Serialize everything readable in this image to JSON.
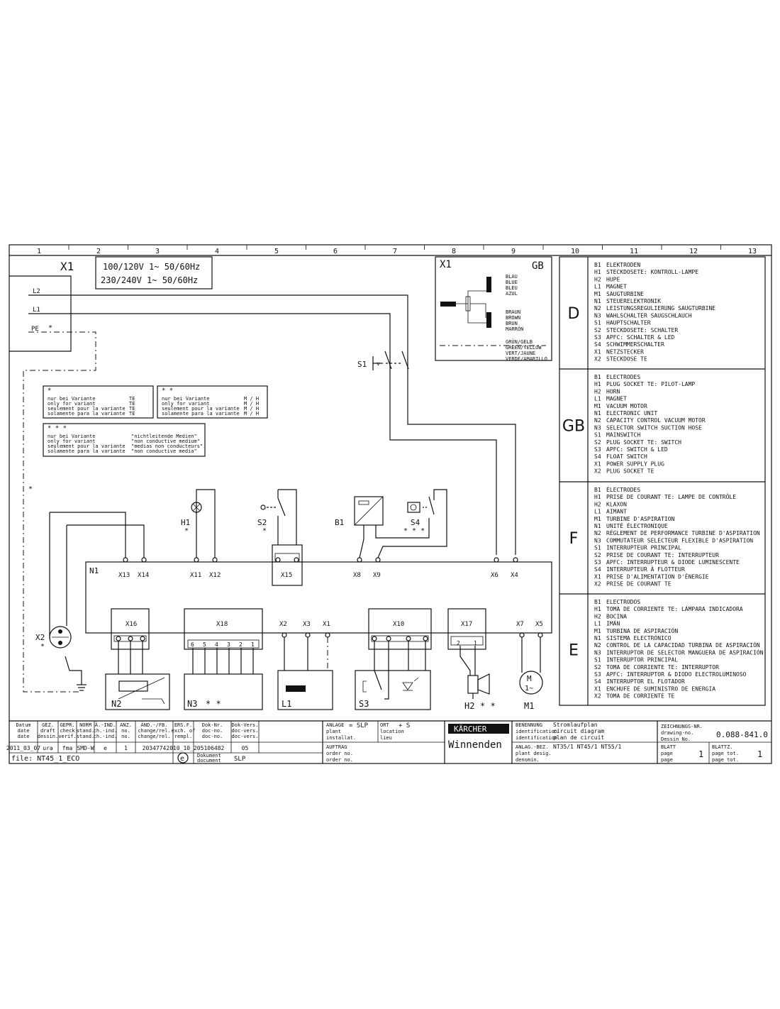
{
  "columns": [
    "1",
    "2",
    "3",
    "4",
    "5",
    "6",
    "7",
    "8",
    "9",
    "10",
    "11",
    "12",
    "13"
  ],
  "x1_label": "X1",
  "voltage": [
    "100/120V 1~ 50/60Hz",
    "230/240V 1~ 50/60Hz"
  ],
  "wires": {
    "l2": "L2",
    "l1": "L1",
    "pe": "PE",
    "star": "*"
  },
  "gb_box": {
    "x1": "X1",
    "gb": "GB",
    "blue": [
      "BLAU",
      "BLUE",
      "BLEU",
      "AZUL"
    ],
    "brown": [
      "BRAUN",
      "BROWN",
      "BRUN",
      "MARRÓN"
    ],
    "green": [
      "GRÜN/GELB",
      "GREEN/YELLOW",
      "VERT/JAUNE",
      "VERDE/AMARILLO"
    ]
  },
  "variant_notes": {
    "n1": {
      "mark": "*",
      "lines": [
        "nur bei Variante",
        "only for variant",
        "seulement pour la variante",
        "solamente para la variante"
      ],
      "codes": [
        "TE",
        "TE",
        "TE",
        "TE"
      ]
    },
    "n2": {
      "mark": "* *",
      "lines": [
        "nur bei Variante",
        "only for variant",
        "seulement pour la variante",
        "solamente para la variante"
      ],
      "codes": [
        "M / H",
        "M / H",
        "M / H",
        "M / H"
      ]
    },
    "n3": {
      "mark": "* * *",
      "lines": [
        "nur bei Variante",
        "only for variant",
        "seulement pour la variante",
        "solamente para la variante"
      ],
      "codes": [
        "\"nichtleitende Medien\"",
        "\"non conductive medium\"",
        "\"medias non conducteurs\"",
        "\"non conductive media\""
      ]
    }
  },
  "components": {
    "s1": "S1",
    "h1": "H1",
    "s2": "S2",
    "b1": "B1",
    "s4": "S4",
    "n1": "N1",
    "x2": "X2",
    "n2": "N2",
    "n3": "N3",
    "l1": "L1",
    "s3": "S3",
    "h2": "H2",
    "m1": "M1",
    "star": "*",
    "star2": "* *",
    "star3": "* * *",
    "motor": "M",
    "motor_sub": "1~"
  },
  "terminals": {
    "x13": "X13",
    "x14": "X14",
    "x11": "X11",
    "x12": "X12",
    "x15": "X15",
    "x8": "X8",
    "x9": "X9",
    "x6": "X6",
    "x4": "X4",
    "x16": "X16",
    "x18": "X18",
    "x2": "X2",
    "x3": "X3",
    "x1": "X1",
    "x10": "X10",
    "x17": "X17",
    "x7": "X7",
    "x5": "X5",
    "x18_pins": [
      "6",
      "5",
      "4",
      "3",
      "2",
      "1"
    ],
    "x17_pins": [
      "2",
      "1"
    ]
  },
  "legend": [
    {
      "lang": "D",
      "items": [
        [
          "B1",
          "ELEKTRODEN"
        ],
        [
          "H1",
          "STECKDOSETE: KONTROLL-LAMPE"
        ],
        [
          "H2",
          "HUPE"
        ],
        [
          "L1",
          "MAGNET"
        ],
        [
          "M1",
          "SAUGTURBINE"
        ],
        [
          "N1",
          "STEUERELEKTRONIK"
        ],
        [
          "N2",
          "LEISTUNGSREGULIERUNG SAUGTURBINE"
        ],
        [
          "N3",
          "WAHLSCHALTER SAUGSCHLAUCH"
        ],
        [
          "S1",
          "HAUPTSCHALTER"
        ],
        [
          "S2",
          "STECKDOSETE: SCHALTER"
        ],
        [
          "S3",
          "APFC: SCHALTER & LED"
        ],
        [
          "S4",
          "SCHWIMMERSCHALTER"
        ],
        [
          "X1",
          "NETZSTECKER"
        ],
        [
          "X2",
          "STECKDOSE TE"
        ]
      ]
    },
    {
      "lang": "GB",
      "items": [
        [
          "B1",
          "ELECTRODES"
        ],
        [
          "H1",
          "PLUG SOCKET TE: PILOT-LAMP"
        ],
        [
          "H2",
          "HORN"
        ],
        [
          "L1",
          "MAGNET"
        ],
        [
          "M1",
          "VACUUM MOTOR"
        ],
        [
          "N1",
          "ELECTRONIC UNIT"
        ],
        [
          "N2",
          "CAPACITY CONTROL VACUUM MOTOR"
        ],
        [
          "N3",
          "SELECTOR SWITCH SUCTION HOSE"
        ],
        [
          "S1",
          "MAINSWITCH"
        ],
        [
          "S2",
          "PLUG SOCKET TE: SWITCH"
        ],
        [
          "S3",
          "APFC: SWITCH & LED"
        ],
        [
          "S4",
          "FLOAT SWITCH"
        ],
        [
          "X1",
          "POWER SUPPLY PLUG"
        ],
        [
          "X2",
          "PLUG SOCKET TE"
        ]
      ]
    },
    {
      "lang": "F",
      "items": [
        [
          "B1",
          "ÉLECTRODES"
        ],
        [
          "H1",
          "PRISE DE COURANT TE: LAMPE DE CONTRÔLE"
        ],
        [
          "H2",
          "KLAXON"
        ],
        [
          "L1",
          "AIMANT"
        ],
        [
          "M1",
          "TURBINE D'ASPIRATION"
        ],
        [
          "N1",
          "UNITÉ ÉLECTRONIQUE"
        ],
        [
          "N2",
          "RÉGLEMENT DE PERFORMANCE TURBINE D'ASPIRATION"
        ],
        [
          "N3",
          "COMMUTATEUR SELECTEUR FLEXIBLE D'ASPIRATION"
        ],
        [
          "S1",
          "INTERRUPTEUR PRINCIPAL"
        ],
        [
          "S2",
          "PRISE DE COURANT TE: INTERRUPTEUR"
        ],
        [
          "S3",
          "APFC: INTERRUPTEUR & DIODE LUMINESCENTE"
        ],
        [
          "S4",
          "INTERRUPTEUR À FLOTTEUR"
        ],
        [
          "X1",
          "PRISE D'ALIMENTATION D'ÉNERGIE"
        ],
        [
          "X2",
          "PRISE DE COURANT TE"
        ]
      ]
    },
    {
      "lang": "E",
      "items": [
        [
          "B1",
          "ELECTRODOS"
        ],
        [
          "H1",
          "TOMA DE CORRIENTE TE: LÁMPARA INDICADORA"
        ],
        [
          "H2",
          "BOCINA"
        ],
        [
          "L1",
          "IMÁN"
        ],
        [
          "M1",
          "TURBINA DE ASPIRACIÓN"
        ],
        [
          "N1",
          "SISTEMA ELECTRÓNICO"
        ],
        [
          "N2",
          "CONTROL DE LA CAPACIDAD TURBINA DE ASPIRACIÓN"
        ],
        [
          "N3",
          "INTERRUPTOR DE SELECTOR MANGUERA DE ASPIRACIÓN"
        ],
        [
          "S1",
          "INTERRUPTOR PRINCIPAL"
        ],
        [
          "S2",
          "TOMA DE CORRIENTE TE: INTERRUPTOR"
        ],
        [
          "S3",
          "APFC: INTERRUPTOR & DIODO ELECTROLUMINOSO"
        ],
        [
          "S4",
          "INTERRUPTOR EL FLOTADOR"
        ],
        [
          "X1",
          "ENCHUFE DE SUMINISTRO DE ENERGIA"
        ],
        [
          "X2",
          "TOMA DE CORRIENTE TE"
        ]
      ]
    }
  ],
  "title_block": {
    "headers": [
      [
        "Datum",
        "date",
        "date"
      ],
      [
        "GEZ.",
        "draft",
        "dessin."
      ],
      [
        "GEPR.",
        "check",
        "verif."
      ],
      [
        "NORM",
        "stand.",
        "stand."
      ],
      [
        "Ä.-IND.",
        "ch.-ind.",
        "ch.-ind."
      ],
      [
        "ANZ.",
        "no.",
        "no."
      ],
      [
        "ÄND.-/FB.",
        "change/rel.",
        "change/rel."
      ],
      [
        "ERS.F.",
        "exch. of",
        "rempl."
      ],
      [
        "Dok-Nr.",
        "doc-no.",
        "doc-no."
      ],
      [
        "Dok-Vers.",
        "doc-vers.",
        "doc-vers."
      ]
    ],
    "values": [
      "2011_03_07",
      "ura",
      "fma",
      "SMD-W",
      "e",
      "1",
      "2034774",
      "2010_10_20",
      "5106482",
      "05"
    ],
    "file": "file: NT45_1_ECO",
    "e_mark": "e",
    "dokument": [
      "Dokument",
      "document"
    ],
    "dok_value": "SLP",
    "anlage": [
      "ANLAGE",
      "plant",
      "installat."
    ],
    "anlage_value": "= SLP",
    "ort": [
      "ORT",
      "location",
      "lieu"
    ],
    "ort_value": "+ S",
    "auftrag": [
      "AUFTRAG",
      "order no.",
      "order no."
    ],
    "brand": "KÄRCHER",
    "city": "Winnenden",
    "benennung": [
      "BENENNUNG",
      "identification",
      "identification"
    ],
    "benennung_value": [
      "Stromlaufplan",
      "circuit diagram",
      "plan de circuit"
    ],
    "anlag_bez": [
      "ANLAG.-BEZ.",
      "plant desig.",
      "denomin."
    ],
    "anlag_value": "NT35/1  NT45/1  NT55/1",
    "zeichnungs": [
      "ZEICHNUNGS-NR.",
      "drawing-no.",
      "Dessin No."
    ],
    "zeichnungs_value": "0.088-841.0",
    "blatt": [
      "BLATT",
      "page",
      "page"
    ],
    "blatt_value": "1",
    "blattz": [
      "BLATTZ.",
      "page tot.",
      "page tot."
    ],
    "blattz_value": "1"
  }
}
